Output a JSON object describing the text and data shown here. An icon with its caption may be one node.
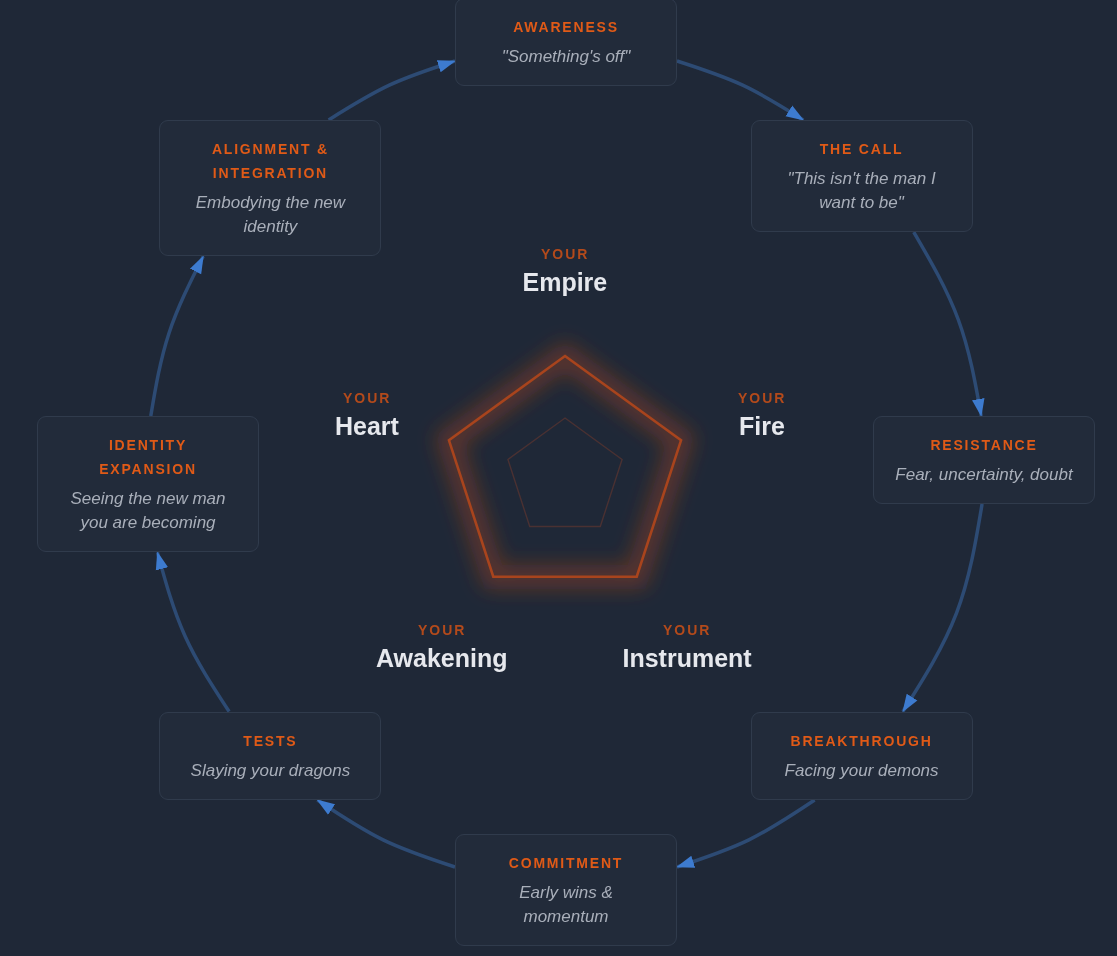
{
  "diagram": {
    "nodes": [
      {
        "text": [
          "AWARENESS",
          "\"Something's off\""
        ]
      },
      {
        "text": [
          "THE CALL",
          "\"This isn't the man I want to be\""
        ]
      },
      {
        "text": [
          "RESISTANCE",
          "Fear, uncertainty, doubt"
        ]
      },
      {
        "text": [
          "BREAKTHROUGH",
          "Facing your demons"
        ]
      },
      {
        "text": [
          "COMMITMENT",
          "Early wins & momentum"
        ]
      },
      {
        "text": [
          "TESTS",
          "Slaying your dragons"
        ]
      },
      {
        "text": [
          "IDENTITY EXPANSION",
          "Seeing the new man you are becoming"
        ]
      },
      {
        "text": [
          "ALIGNMENT & INTEGRATION",
          "Embodying the new identity"
        ]
      }
    ],
    "edges": [
      {
        "from": 0,
        "to": 1,
        "arrow": "to"
      },
      {
        "from": 1,
        "to": 2,
        "arrow": "to"
      },
      {
        "from": 2,
        "to": 3,
        "arrow": "to"
      },
      {
        "from": 3,
        "to": 4,
        "arrow": "to"
      },
      {
        "from": 4,
        "to": 5,
        "arrow": "to"
      },
      {
        "from": 5,
        "to": 6,
        "arrow": "to"
      },
      {
        "from": 6,
        "to": 7,
        "arrow": "to"
      },
      {
        "from": 7,
        "to": 0,
        "arrow": "to"
      }
    ],
    "labels": [
      "YOUR",
      "Empire",
      "YOUR",
      "Heart",
      "YOUR",
      "Fire",
      "YOUR",
      "Awakening",
      "YOUR",
      "Instrument"
    ]
  }
}
